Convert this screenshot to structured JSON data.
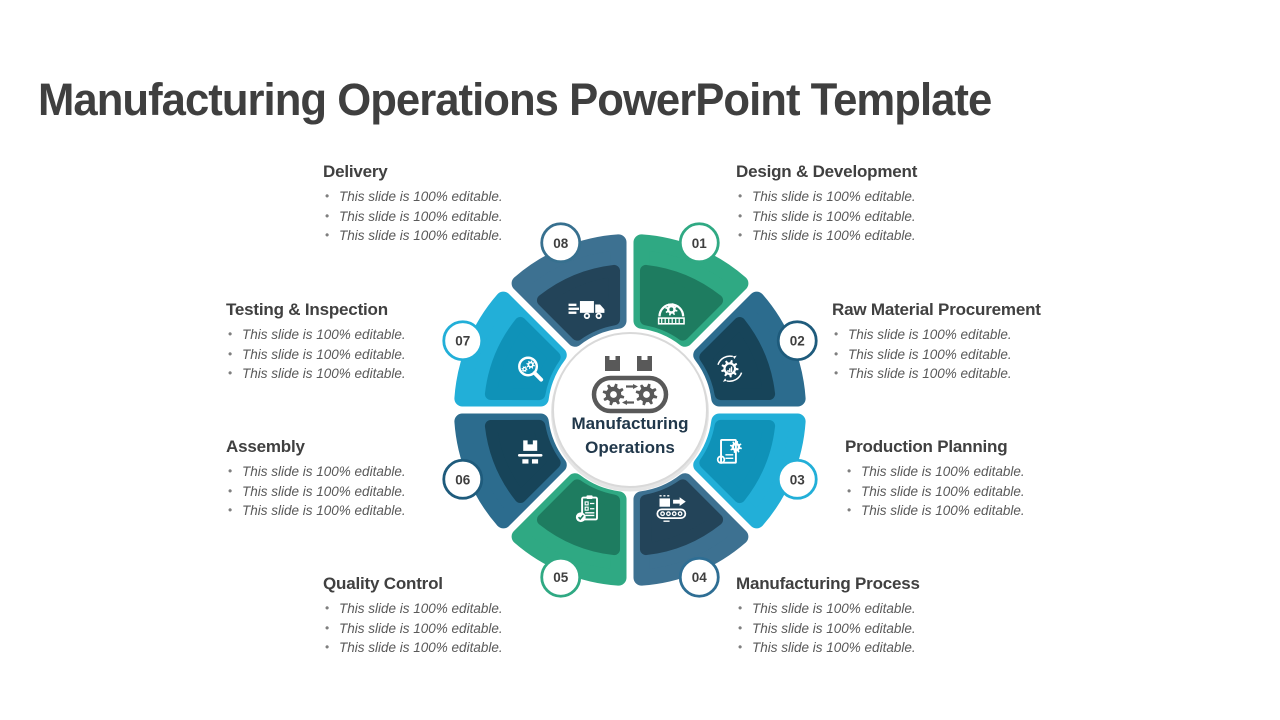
{
  "slide": {
    "title": "Manufacturing Operations PowerPoint Template"
  },
  "center": {
    "line1": "Manufacturing",
    "line2": "Operations",
    "icon": "conveyor-gears-icon"
  },
  "segments": [
    {
      "number": "01",
      "label": "Design & Development",
      "icon": "icon-design",
      "color_outer": "#2FA983",
      "color_inner": "#1E7C60",
      "ring": "#2FA983",
      "bullets": [
        "This slide is 100% editable.",
        "This slide is 100% editable.",
        "This slide is 100% editable."
      ]
    },
    {
      "number": "02",
      "label": "Raw Material Procurement",
      "icon": "icon-procurement",
      "color_outer": "#2C6C8E",
      "color_inner": "#174459",
      "ring": "#1E5B7C",
      "bullets": [
        "This slide is 100% editable.",
        "This slide is 100% editable.",
        "This slide is 100% editable."
      ]
    },
    {
      "number": "03",
      "label": "Production Planning",
      "icon": "icon-planning",
      "color_outer": "#22AFD8",
      "color_inner": "#0F92B8",
      "ring": "#22AFD8",
      "bullets": [
        "This slide is 100% editable.",
        "This slide is 100% editable.",
        "This slide is 100% editable."
      ]
    },
    {
      "number": "04",
      "label": "Manufacturing Process",
      "icon": "icon-process",
      "color_outer": "#3D7191",
      "color_inner": "#234459",
      "ring": "#2E6E94",
      "bullets": [
        "This slide is 100% editable.",
        "This slide is 100% editable.",
        "This slide is 100% editable."
      ]
    },
    {
      "number": "05",
      "label": "Quality Control",
      "icon": "icon-quality",
      "color_outer": "#2FA983",
      "color_inner": "#1E7C60",
      "ring": "#2FA983",
      "bullets": [
        "This slide is 100% editable.",
        "This slide is 100% editable.",
        "This slide is 100% editable."
      ]
    },
    {
      "number": "06",
      "label": "Assembly",
      "icon": "icon-assembly",
      "color_outer": "#2C6C8E",
      "color_inner": "#174459",
      "ring": "#1E5B7C",
      "bullets": [
        "This slide is 100% editable.",
        "This slide is 100% editable.",
        "This slide is 100% editable."
      ]
    },
    {
      "number": "07",
      "label": "Testing & Inspection",
      "icon": "icon-inspection",
      "color_outer": "#22AFD8",
      "color_inner": "#0F92B8",
      "ring": "#22AFD8",
      "bullets": [
        "This slide is 100% editable.",
        "This slide is 100% editable.",
        "This slide is 100% editable."
      ]
    },
    {
      "number": "08",
      "label": "Delivery",
      "icon": "icon-delivery",
      "color_outer": "#3D7191",
      "color_inner": "#234459",
      "ring": "#37708F",
      "bullets": [
        "This slide is 100% editable.",
        "This slide is 100% editable.",
        "This slide is 100% editable."
      ]
    }
  ]
}
